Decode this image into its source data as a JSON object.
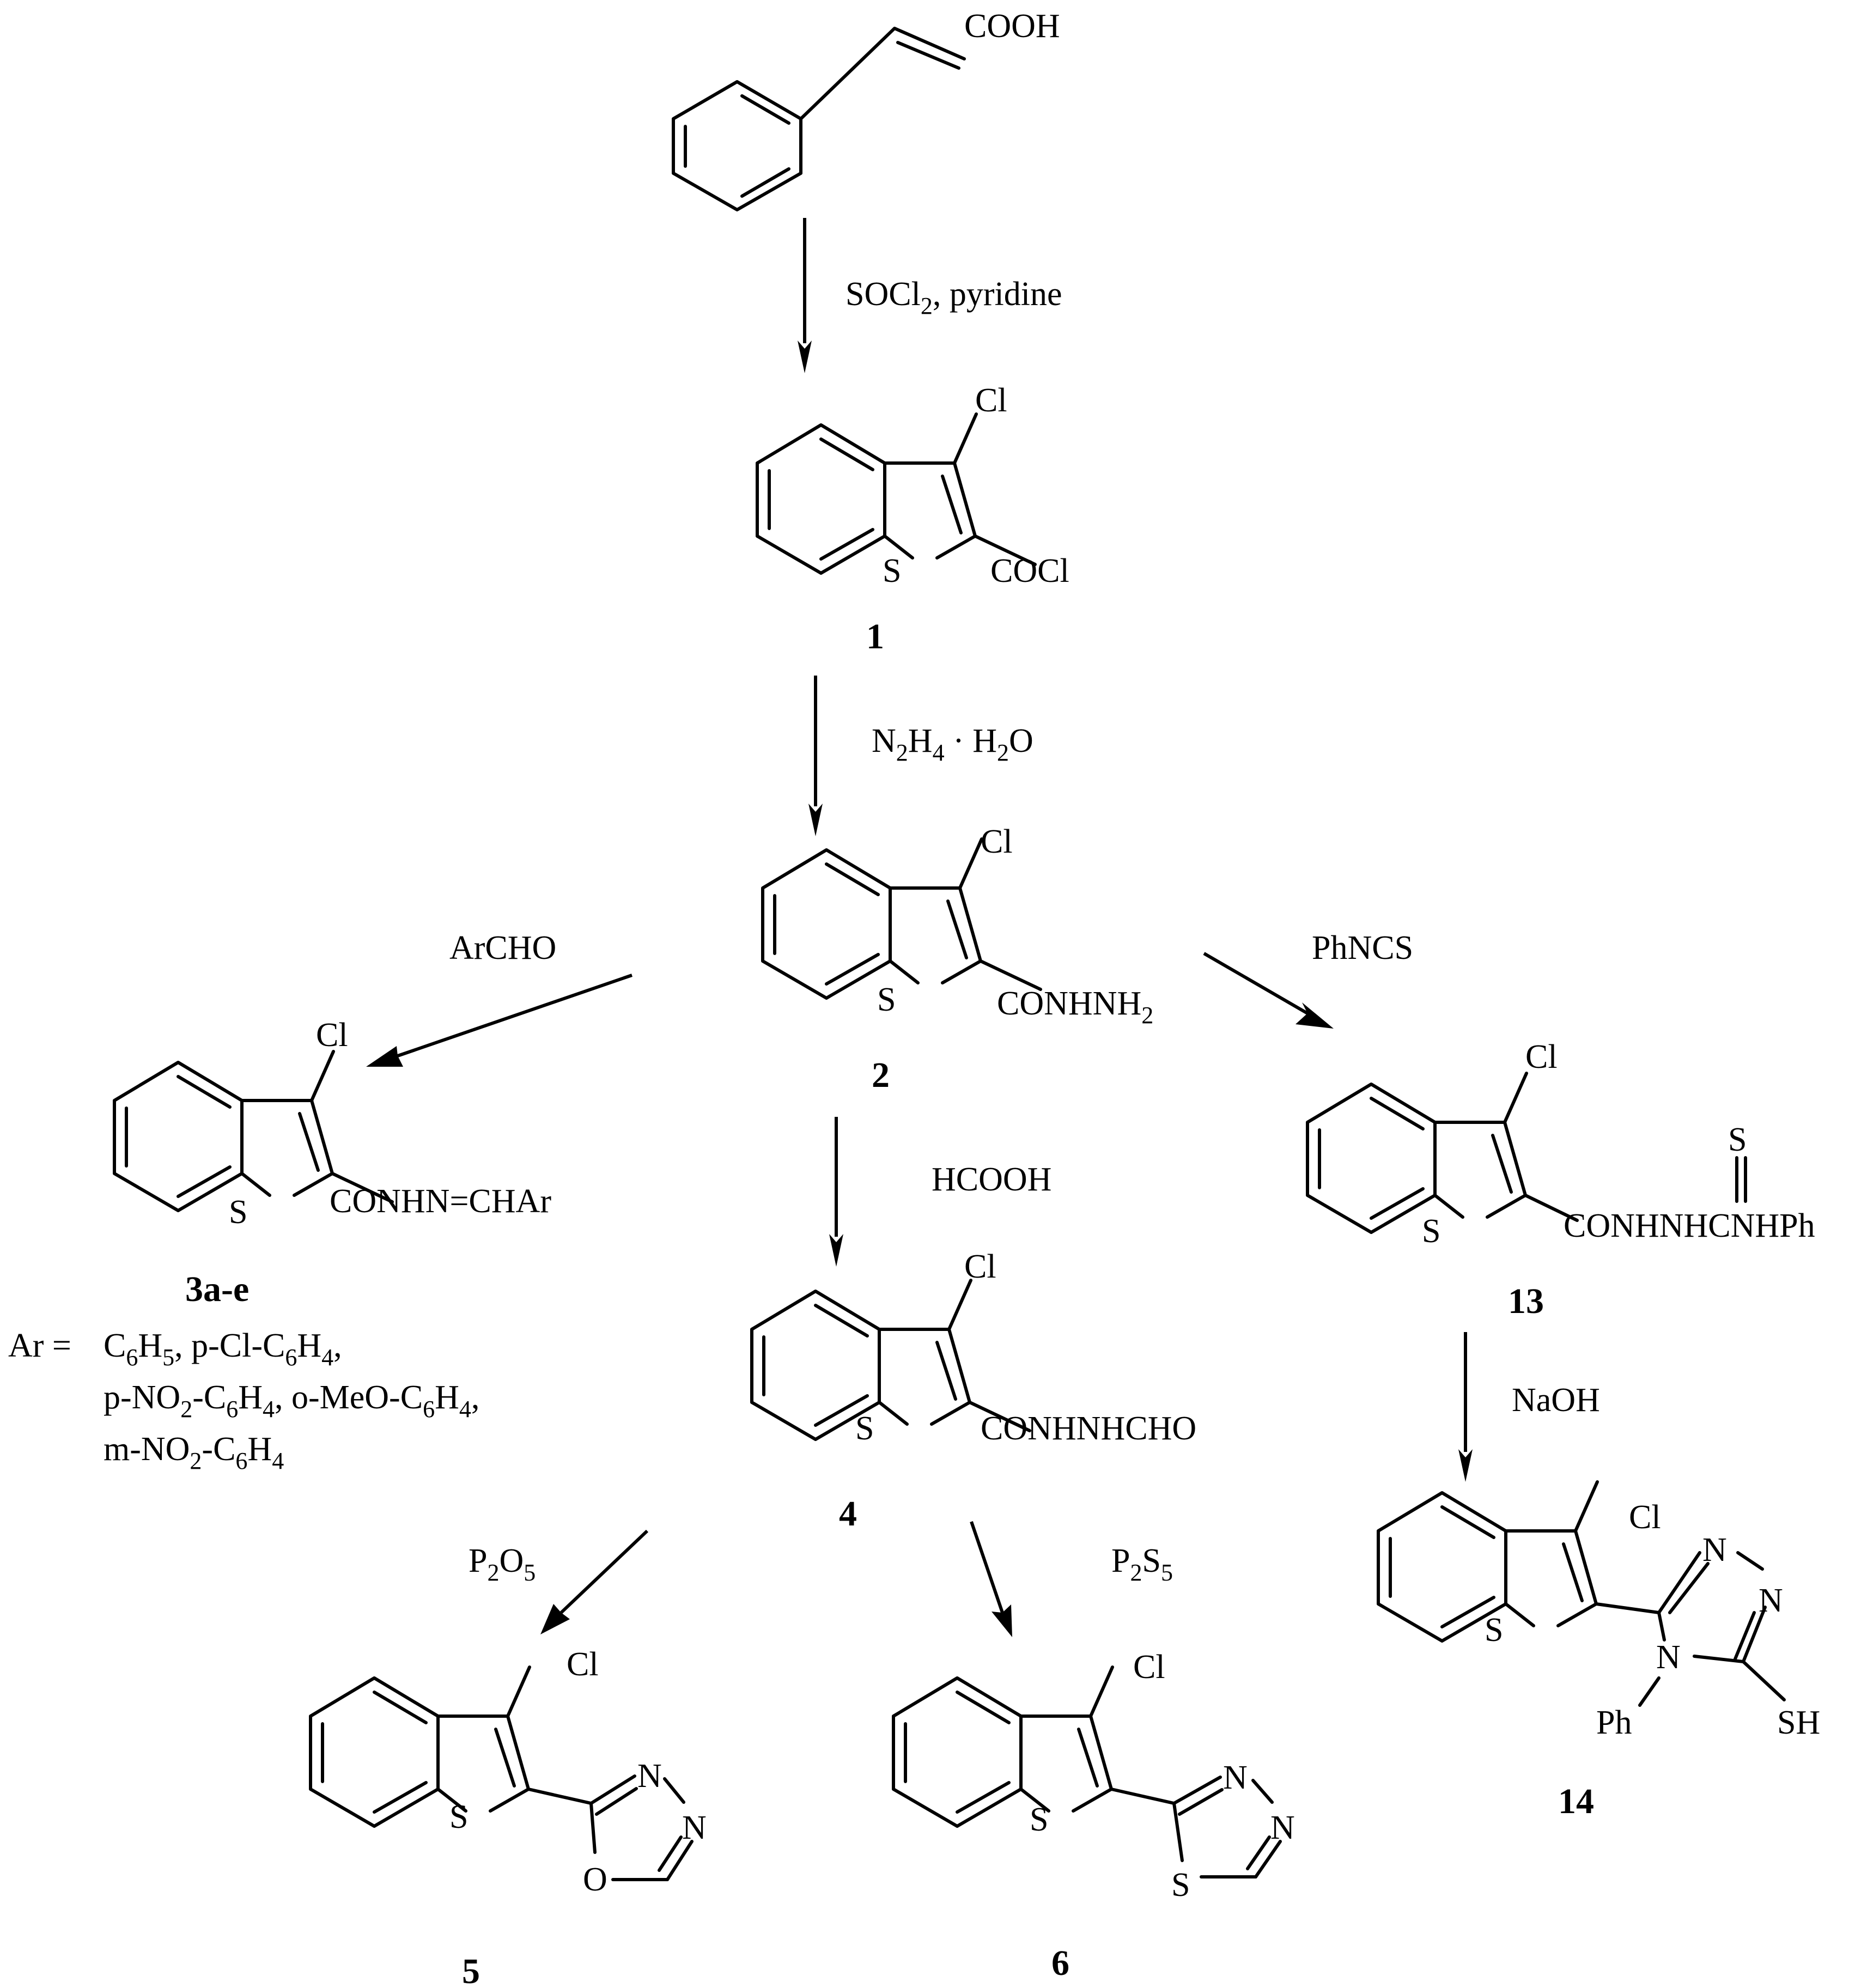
{
  "start_material": {
    "acid_group": "COOH"
  },
  "reagents": {
    "r1": {
      "pre": "SOCl",
      "sub": "2",
      "post": ", pyridine"
    },
    "r2": {
      "p1": "N",
      "s1": "2",
      "p2": "H",
      "s2": "4",
      "p3": " · H",
      "s3": "2",
      "p4": "O"
    },
    "r3": "ArCHO",
    "r4": "PhNCS",
    "r5": "HCOOH",
    "r6": "NaOH",
    "r7": {
      "p1": "P",
      "s1": "2",
      "p2": "O",
      "s2": "5"
    },
    "r8": {
      "p1": "P",
      "s1": "2",
      "p2": "S",
      "s2": "5"
    }
  },
  "compounds": {
    "c1": {
      "label": "1",
      "cl": "Cl",
      "s": "S",
      "group": "COCl"
    },
    "c2": {
      "label": "2",
      "cl": "Cl",
      "s": "S",
      "group": "CONHNH",
      "group_sub": "2"
    },
    "c3": {
      "label": "3a-e",
      "cl": "Cl",
      "s": "S",
      "group": "CONHN=CHAr"
    },
    "c4": {
      "label": "4",
      "cl": "Cl",
      "s": "S",
      "group": "CONHNHCHO"
    },
    "c5": {
      "label": "5",
      "cl": "Cl",
      "s": "S",
      "n1": "N",
      "n2": "N",
      "o": "O"
    },
    "c6": {
      "label": "6",
      "cl": "Cl",
      "s": "S",
      "n1": "N",
      "n2": "N",
      "s2": "S"
    },
    "c13": {
      "label": "13",
      "cl": "Cl",
      "s": "S",
      "thio_s": "S",
      "group": "CONHNHCNHPh"
    },
    "c14": {
      "label": "14",
      "cl": "Cl",
      "s": "S",
      "n1": "N",
      "n2": "N",
      "n4": "N",
      "ph": "Ph",
      "sh": "SH"
    }
  },
  "ar_definition": {
    "prefix": "Ar =",
    "line1": {
      "p1": "C",
      "s1": "6",
      "p2": "H",
      "s2": "5",
      "p3": ", p-Cl-C",
      "s3": "6",
      "p4": "H",
      "s4": "4",
      "p5": ","
    },
    "line2": {
      "p1": "p-NO",
      "s1": "2",
      "p2": "-C",
      "s2": "6",
      "p3": "H",
      "s3": "4",
      "p4": ", o-MeO-C",
      "s4": "6",
      "p5": "H",
      "s5": "4",
      "p6": ","
    },
    "line3": {
      "p1": "m-NO",
      "s1": "2",
      "p2": "-C",
      "s2": "6",
      "p3": "H",
      "s3": "4"
    }
  }
}
